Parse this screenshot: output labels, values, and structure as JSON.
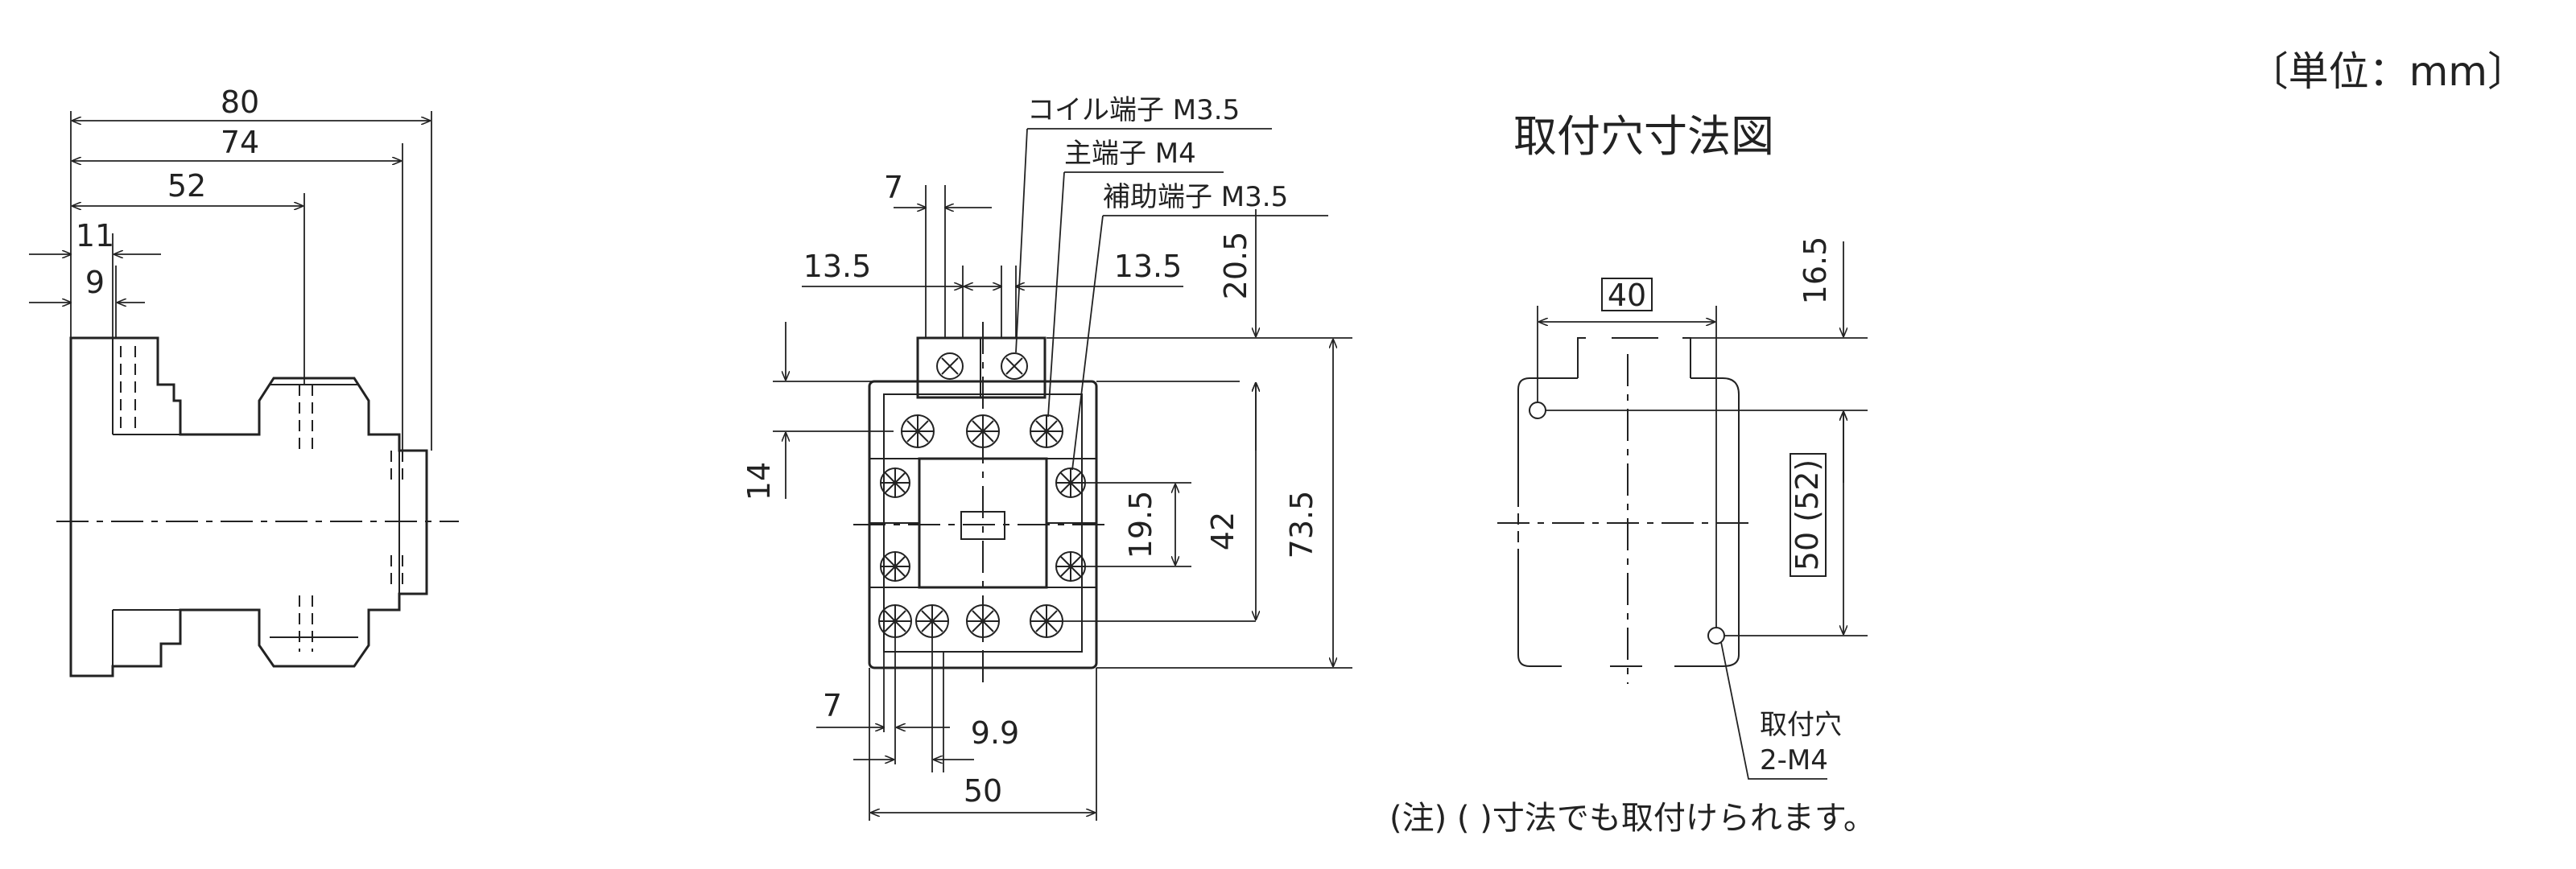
{
  "unit_label": "〔単位：mm〕",
  "mount_title": "取付穴寸法図",
  "note": "(注) (  )寸法でも取付けられます。",
  "side_view": {
    "d80": "80",
    "d74": "74",
    "d52": "52",
    "d11": "11",
    "d9": "9"
  },
  "front_view": {
    "coil_terminal": "コイル端子 M3.5",
    "main_terminal": "主端子 M4",
    "aux_terminal": "補助端子 M3.5",
    "d7_top": "7",
    "d13_5_left": "13.5",
    "d13_5_right": "13.5",
    "d20_5": "20.5",
    "d14": "14",
    "d19_5": "19.5",
    "d42": "42",
    "d73_5": "73.5",
    "d7_bottom": "7",
    "d9_9": "9.9",
    "d50": "50"
  },
  "mount_view": {
    "d40": "40",
    "d16_5": "16.5",
    "d50_52": "50 (52)",
    "hole_label_1": "取付穴",
    "hole_label_2": "2-M4"
  }
}
